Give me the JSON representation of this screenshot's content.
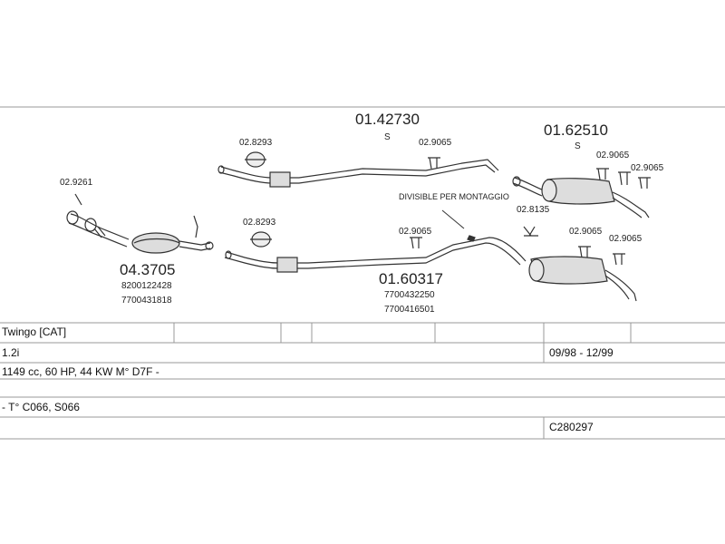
{
  "parts": {
    "front_pipe": {
      "code": "04.3705",
      "oem": [
        "8200122428",
        "7700431818"
      ]
    },
    "upper_rear": {
      "code": "01.42730",
      "variant": "S"
    },
    "upper_end": {
      "code": "01.62510",
      "variant": "S"
    },
    "lower_rear": {
      "code": "01.60317",
      "oem": [
        "7700432250",
        "7700416501"
      ]
    }
  },
  "fittings": {
    "cat_clamp": "02.9261",
    "upper_gasket": "02.8293",
    "upper_hanger": "02.9065",
    "upper_end_hanger1": "02.9065",
    "upper_end_hanger2": "02.9065",
    "lower_gasket": "02.8293",
    "lower_hanger": "02.9065",
    "lower_bracket": "02.8135",
    "lower_end_hanger1": "02.9065",
    "lower_end_hanger2": "02.9065"
  },
  "cut_note": "DIVISIBLE PER MONTAGGIO",
  "table": {
    "model": "Twingo  [CAT]",
    "engine": "1.2i",
    "dates": "09/98 - 12/99",
    "spec": "1149 cc, 60 HP, 44 KW  M° D7F  -",
    "types": "- T° C066, S066",
    "ref": "C280297"
  }
}
